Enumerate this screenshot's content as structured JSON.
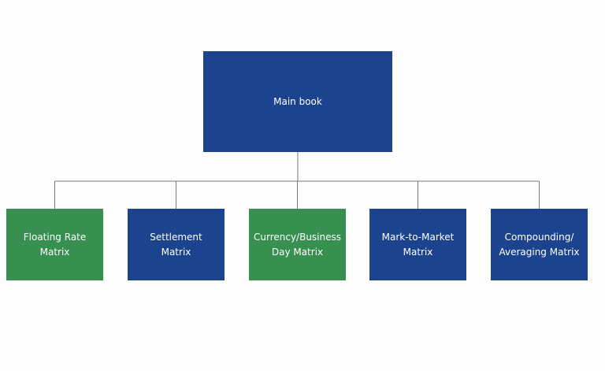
{
  "colors": {
    "blue": "#1c448e",
    "green": "#37904f",
    "connector": "#7a7a7a"
  },
  "root": {
    "label": "Main book",
    "color": "blue"
  },
  "children": [
    {
      "label": "Floating Rate\nMatrix",
      "color": "green"
    },
    {
      "label": "Settlement\nMatrix",
      "color": "blue"
    },
    {
      "label": "Currency/Business\nDay Matrix",
      "color": "green"
    },
    {
      "label": "Mark-to-Market\nMatrix",
      "color": "blue"
    },
    {
      "label": "Compounding/\nAveraging Matrix",
      "color": "blue"
    }
  ]
}
